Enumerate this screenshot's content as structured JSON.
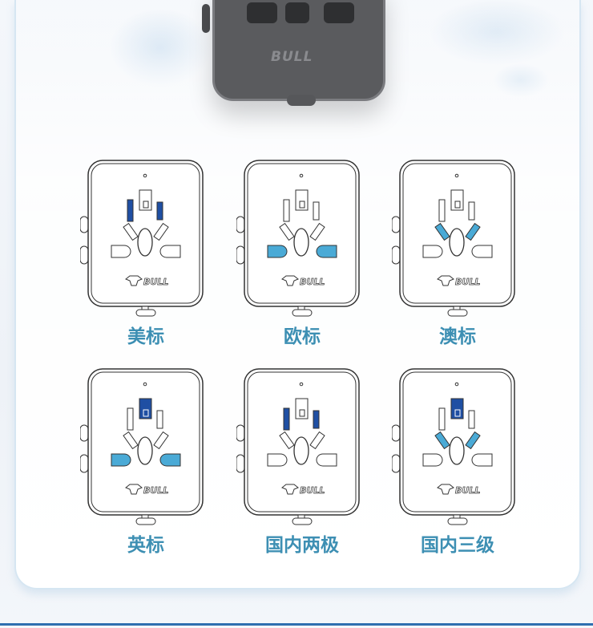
{
  "brand": "BULL",
  "colors": {
    "label": "#3d8fb3",
    "dark_blue": "#1f4fa3",
    "light_blue": "#4aaad6"
  },
  "plugs": [
    {
      "label": "美标",
      "highlight": {
        "bars": "dark"
      }
    },
    {
      "label": "欧标",
      "highlight": {
        "round": "light"
      }
    },
    {
      "label": "澳标",
      "highlight": {
        "diag": "light"
      }
    },
    {
      "label": "英标",
      "highlight": {
        "top": "dark",
        "round": "light"
      }
    },
    {
      "label": "国内两极",
      "highlight": {
        "bars": "dark"
      }
    },
    {
      "label": "国内三级",
      "highlight": {
        "top": "dark",
        "diag": "light"
      }
    }
  ]
}
